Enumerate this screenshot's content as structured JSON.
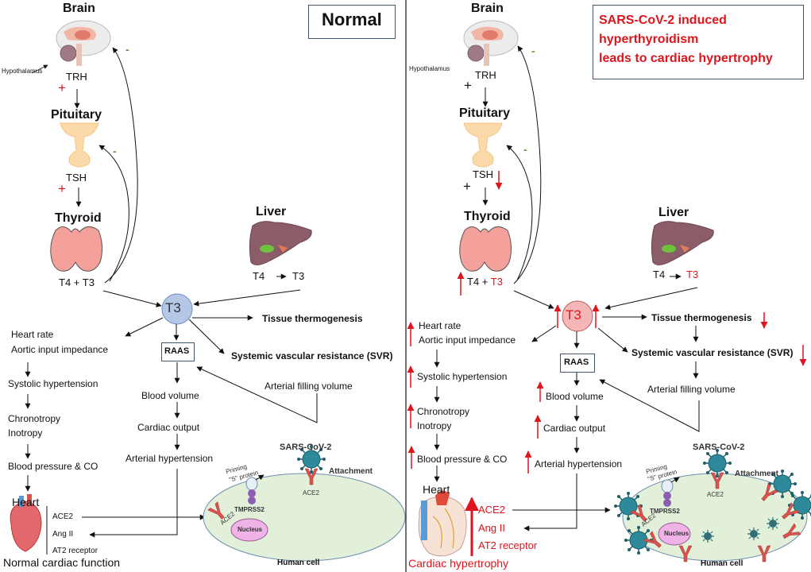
{
  "panels": {
    "normal": {
      "title": "Normal",
      "brain": "Brain",
      "hypothalamus": "Hypothalamus",
      "trh": "TRH",
      "pituitary": "Pituitary",
      "tsh": "TSH",
      "thyroid": "Thyroid",
      "thyroid_output_t4": "T4 +",
      "thyroid_output_t3": "T3",
      "liver": "Liver",
      "liver_t4": "T4",
      "liver_t3": "T3",
      "t3_node": "T3",
      "plus": "+",
      "minus": "-",
      "tissue_thermogenesis": "Tissue thermogenesis",
      "svr": "Systemic vascular  resistance (SVR)",
      "arterial_filling": "Arterial filling volume",
      "raas": "RAAS",
      "blood_volume": "Blood volume",
      "cardiac_output": "Cardiac output",
      "arterial_hypertension": "Arterial hypertension",
      "heart_rate": "Heart rate",
      "aortic": "Aortic input impedance",
      "systolic": "Systolic hypertension",
      "chronotropy": "Chronotropy",
      "inotropy": "Inotropy",
      "bp_co": "Blood pressure & CO",
      "heart": "Heart",
      "ace2": "ACE2",
      "ang2": "Ang II",
      "at2": "AT2  receptor",
      "outcome": "Normal cardiac function",
      "cell": {
        "virus_label": "SARS-CoV-2",
        "attachment": "Attachment",
        "priming": "Priming",
        "s_protein": "\"S\" protein",
        "tmprss2": "TMPRSS2",
        "ace2_top": "ACE2",
        "ace2_side": "ACE2",
        "nucleus": "Nucleus",
        "human_cell": "Human cell"
      }
    },
    "covid": {
      "title_lines": [
        "SARS-CoV-2 induced",
        "hyperthyroidism",
        "leads to cardiac hypertrophy"
      ],
      "brain": "Brain",
      "hypothalamus": "Hypothalamus",
      "trh": "TRH",
      "pituitary": "Pituitary",
      "tsh": "TSH",
      "thyroid": "Thyroid",
      "thyroid_output_t4": "T4 +",
      "thyroid_output_t3": "T3",
      "liver": "Liver",
      "liver_t4": "T4",
      "liver_t3": "T3",
      "t3_node": "T3",
      "plus": "+",
      "minus": "-",
      "tissue_thermogenesis": "Tissue thermogenesis",
      "svr": "Systemic vascular  resistance (SVR)",
      "arterial_filling": "Arterial filling volume",
      "raas": "RAAS",
      "blood_volume": "Blood volume",
      "cardiac_output": "Cardiac output",
      "arterial_hypertension": "Arterial hypertension",
      "heart_rate": "Heart rate",
      "aortic": "Aortic input impedance",
      "systolic": "Systolic hypertension",
      "chronotropy": "Chronotropy",
      "inotropy": "Inotropy",
      "bp_co": "Blood pressure & CO",
      "heart": "Heart",
      "ace2": "ACE2",
      "ang2": "Ang II",
      "at2": "AT2 receptor",
      "outcome": "Cardiac hypertrophy",
      "cell": {
        "virus_label": "SARS-CoV-2",
        "attachment": "Attachment",
        "priming": "Priming",
        "s_protein": "\"S\" protein",
        "tmprss2": "TMPRSS2",
        "ace2_top": "ACE2",
        "ace2_side": "ACE2",
        "nucleus": "Nucleus",
        "human_cell": "Human cell"
      }
    }
  },
  "colors": {
    "increase": "#e0141c",
    "feedback_negative": "#5a9a3c",
    "t3_normal_fill": "#b4c7e7",
    "t3_covid_fill": "#f4b6b6",
    "cell_fill": "#e2efd9",
    "nucleus_fill": "#f0b3e8"
  }
}
